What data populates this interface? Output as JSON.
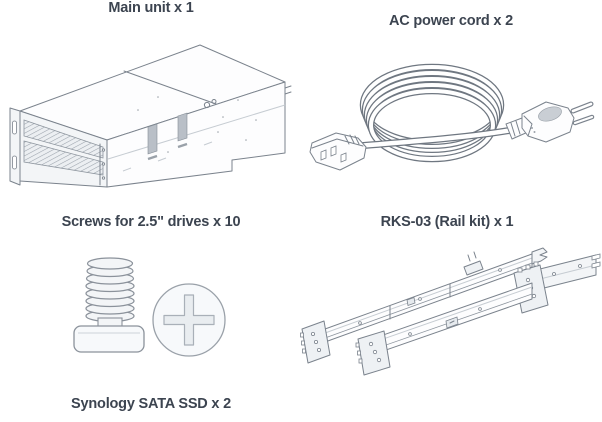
{
  "page": {
    "background": "#ffffff",
    "title": "Package contents"
  },
  "colors": {
    "text": "#3C4450",
    "line_art": "#7B838D"
  },
  "items": [
    {
      "id": "main-unit",
      "label": "Main unit x 1"
    },
    {
      "id": "ac-power-cord",
      "label": "AC power cord x 2"
    },
    {
      "id": "screws",
      "label": "Screws for 2.5\" drives x 10"
    },
    {
      "id": "rail-kit",
      "label": "RKS-03 (Rail kit) x 1"
    },
    {
      "id": "sata-ssd",
      "label": "Synology SATA SSD x 2"
    }
  ]
}
